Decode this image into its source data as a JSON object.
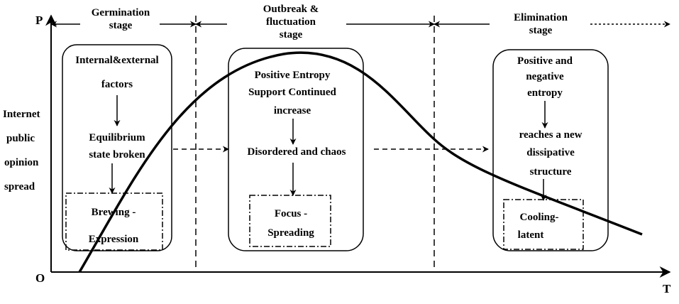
{
  "axes": {
    "y_letter": "P",
    "x_letter": "T",
    "origin": "O",
    "y_label": [
      "Internet",
      "public",
      "opinion",
      "spread"
    ]
  },
  "stages": {
    "germination": [
      "Germination",
      "stage"
    ],
    "outbreak": [
      "Outbreak &",
      "fluctuation",
      "stage"
    ],
    "elimination": [
      "Elimination",
      "stage"
    ]
  },
  "boxes": {
    "germination": {
      "cause": [
        "Internal&external",
        "factors"
      ],
      "result": [
        "Equilibrium",
        "state broken"
      ],
      "phase": [
        "Brewing -",
        "Expression"
      ]
    },
    "outbreak": {
      "cause": [
        "Positive Entropy",
        "Support Continued",
        "increase"
      ],
      "result": "Disordered and chaos",
      "phase": [
        "Focus -",
        "Spreading"
      ]
    },
    "elimination": {
      "cause": [
        "Positive and",
        "negative",
        "entropy"
      ],
      "result": [
        "reaches a new",
        "dissipative",
        "structure"
      ],
      "phase": [
        "Cooling-",
        "latent"
      ]
    }
  }
}
